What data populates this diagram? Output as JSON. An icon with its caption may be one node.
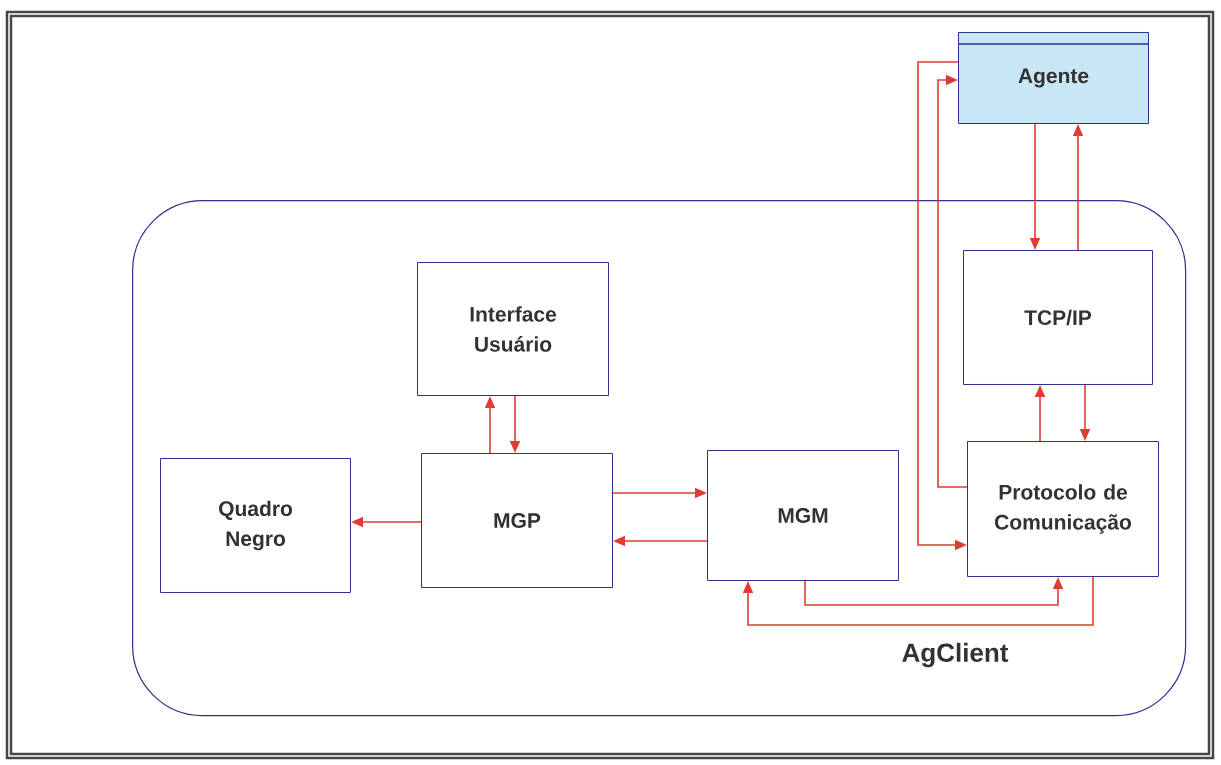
{
  "diagram": {
    "nodes": [
      {
        "text": [
          "AgClient"
        ]
      },
      {
        "text": [
          "Agente"
        ]
      },
      {
        "text": [
          "Interface Usuário"
        ],
        "in": 0
      },
      {
        "text": [
          "TCP/IP"
        ],
        "in": 0
      },
      {
        "text": [
          "Quadro Negro"
        ],
        "in": 0
      },
      {
        "text": [
          "MGP"
        ],
        "in": 0
      },
      {
        "text": [
          "MGM"
        ],
        "in": 0
      },
      {
        "text": [
          "Protocolo de Comunicação"
        ],
        "in": 0
      }
    ],
    "edges": [
      {
        "from": 1,
        "to": 3,
        "arrow": "to"
      },
      {
        "from": 3,
        "to": 1,
        "arrow": "to"
      },
      {
        "from": 7,
        "to": 3,
        "arrow": "to"
      },
      {
        "from": 3,
        "to": 7,
        "arrow": "to"
      },
      {
        "from": 5,
        "to": 2,
        "arrow": "to"
      },
      {
        "from": 2,
        "to": 5,
        "arrow": "to"
      },
      {
        "from": 5,
        "to": 4,
        "arrow": "to"
      },
      {
        "from": 5,
        "to": 6,
        "arrow": "to"
      },
      {
        "from": 6,
        "to": 5,
        "arrow": "to"
      },
      {
        "from": 7,
        "to": 1,
        "arrow": "to"
      },
      {
        "from": 1,
        "to": 7,
        "arrow": "to"
      },
      {
        "from": 6,
        "to": 7,
        "arrow": "to"
      },
      {
        "from": 7,
        "to": 6,
        "arrow": "to"
      }
    ]
  }
}
